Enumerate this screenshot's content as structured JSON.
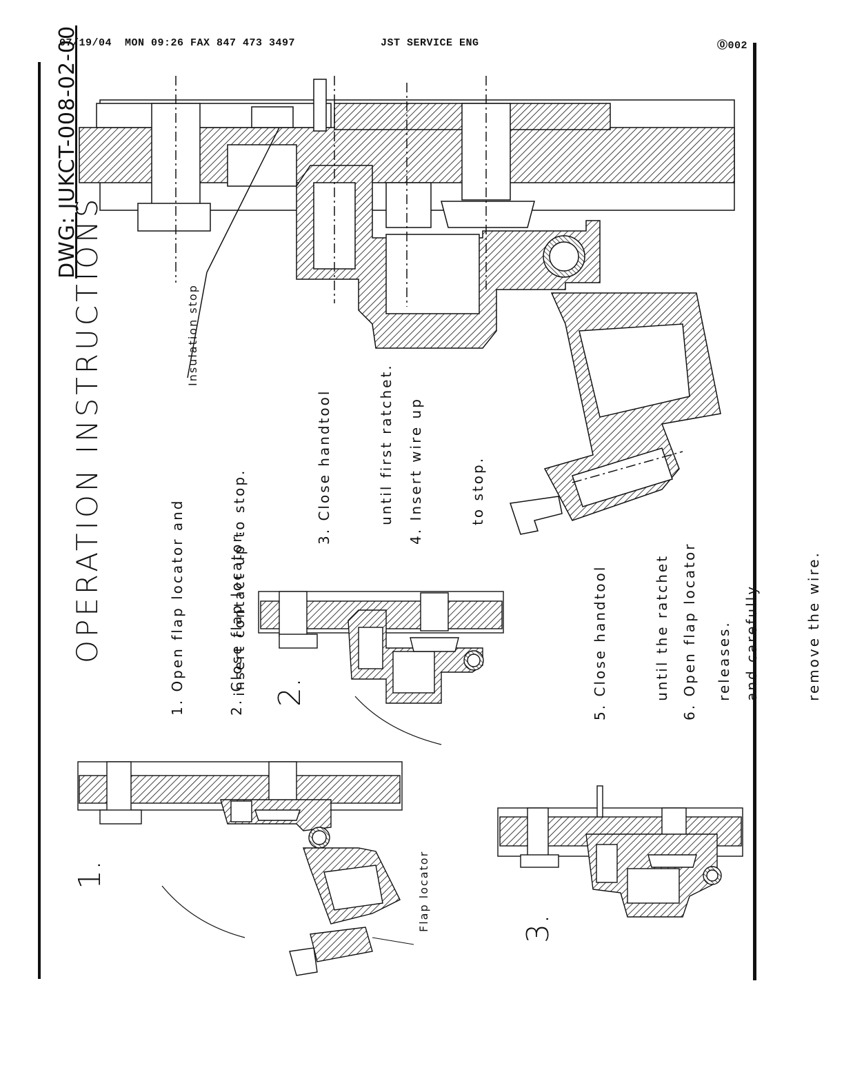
{
  "fax_header": {
    "left": "07/19/04  MON 09:26 FAX 847 473 3497",
    "center": "JST SERVICE ENG",
    "page": "⓪002"
  },
  "drawing_number": "DWG: JUKCT-008-02-00",
  "title": "OPERATION INSTRUCTIONS",
  "steps": [
    {
      "line1": "1. Open flap locator and",
      "line2": "   insert contact up to stop."
    },
    {
      "line1": "2. Close flap locator.",
      "line2": ""
    },
    {
      "line1": "3. Close handtool",
      "line2": "   until first ratchet."
    },
    {
      "line1": "4. Insert wire up",
      "line2": "   to stop."
    },
    {
      "line1": "5. Close handtool",
      "line2": "   until the ratchet",
      "line3": "   releases."
    },
    {
      "line1": "6. Open flap locator",
      "line2": "   and carefully",
      "line3": "   remove the wire."
    }
  ],
  "labels": {
    "insulation_stop": "Insulation stop",
    "flap_locator": "Flap locator"
  },
  "figure_numbers": [
    "1.",
    "2.",
    "3."
  ]
}
